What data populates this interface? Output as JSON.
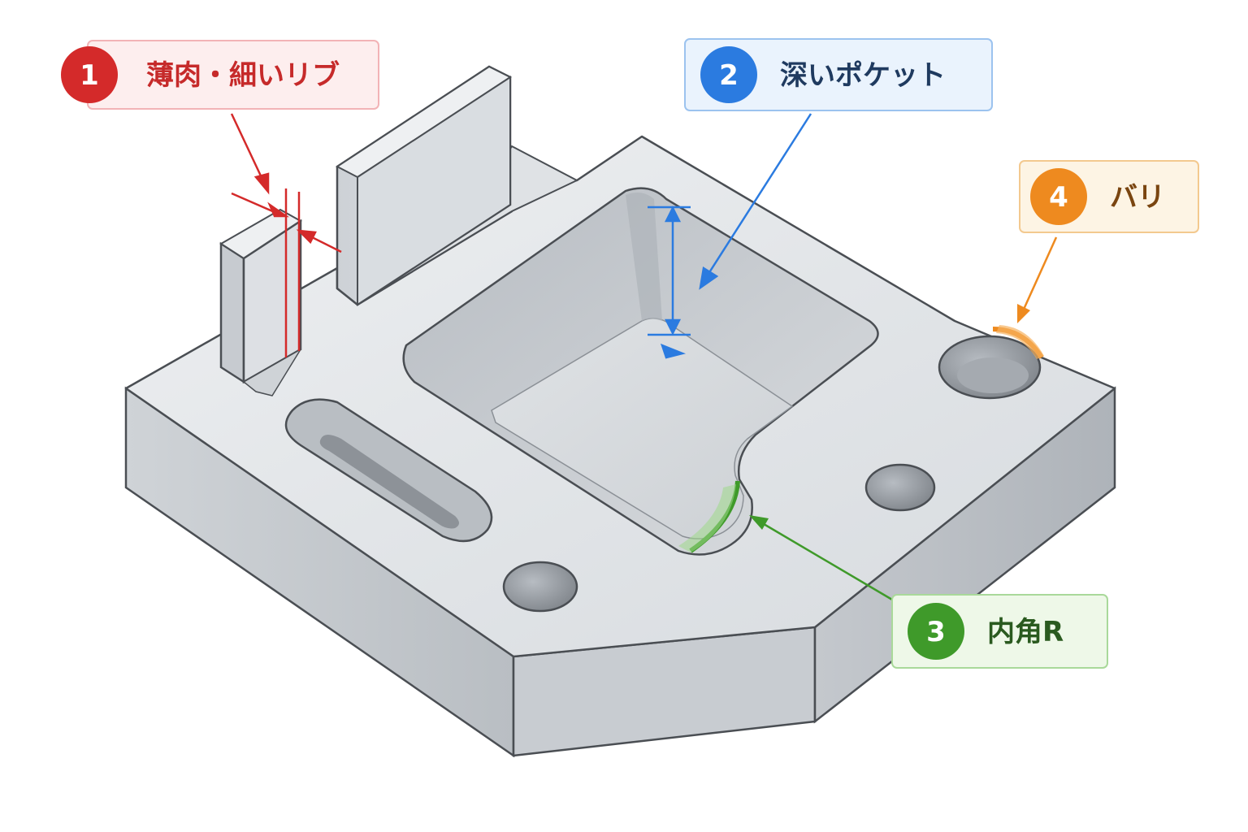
{
  "callouts": [
    {
      "number": "1",
      "label": "薄肉・細いリブ",
      "color": "#d42a2a",
      "bg": "#fdeeee",
      "border": "#f2b3b6",
      "text_color": "#c62a2a"
    },
    {
      "number": "2",
      "label": "深いポケット",
      "color": "#2b7be0",
      "bg": "#eaf3fd",
      "border": "#9cc3ef",
      "text_color": "#1f3a5f"
    },
    {
      "number": "3",
      "label": "内角R",
      "color": "#3f9a2a",
      "bg": "#eef8e8",
      "border": "#a9d99a",
      "text_color": "#2a5a1f"
    },
    {
      "number": "4",
      "label": "バリ",
      "color": "#ee8a1f",
      "bg": "#fdf4e4",
      "border": "#f3c98f",
      "text_color": "#7a4510"
    }
  ],
  "colors": {
    "top_face": "#e4e7ea",
    "side_light": "#d3d7db",
    "side_dark": "#b8bdc2",
    "edge": "#4a4e53",
    "pocket_wall": "#c9cdd2",
    "pocket_floor": "#d8dbde",
    "hole": "#9a9fa5"
  }
}
